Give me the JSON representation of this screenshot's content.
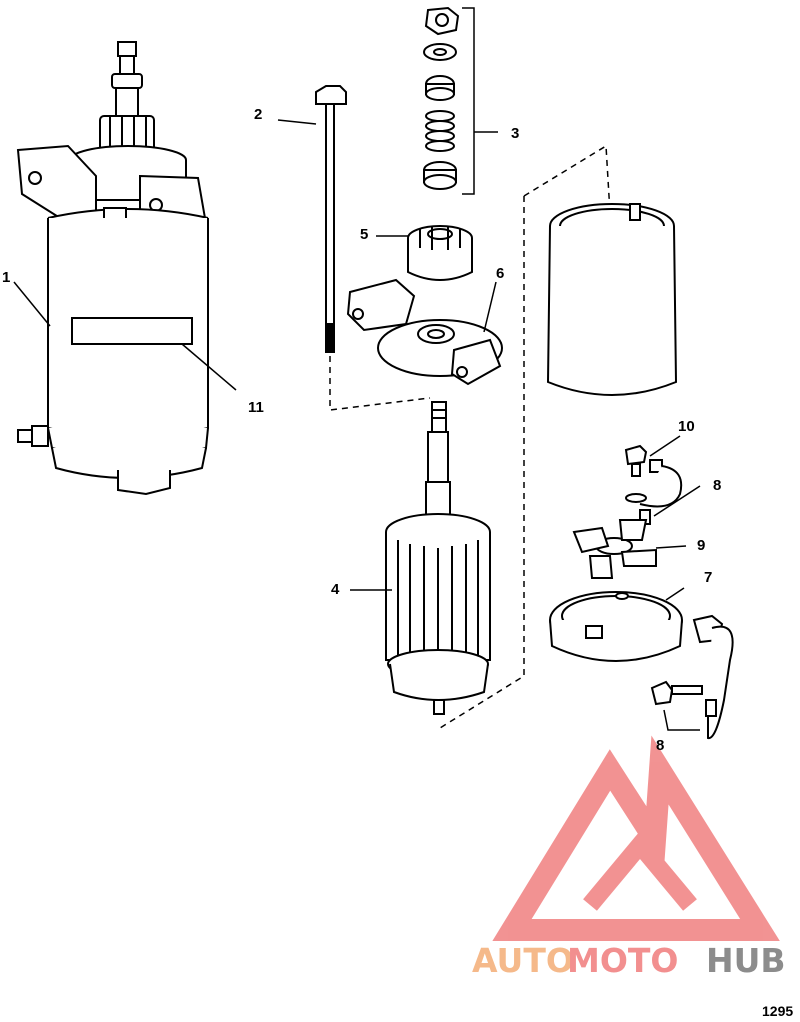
{
  "callouts": {
    "c1": "1",
    "c2": "2",
    "c3": "3",
    "c4": "4",
    "c5": "5",
    "c6": "6",
    "c7": "7",
    "c8a": "8",
    "c8b": "8",
    "c9": "9",
    "c10": "10",
    "c11": "11"
  },
  "figure_number": "1295",
  "watermark": {
    "part1": "AUTO",
    "part2": "MOTO",
    "part3": "HUB",
    "color_auto": "#f5b98a",
    "color_moto": "#f28f8f",
    "color_hub": "#8c8c8c",
    "logo_color": "#f08080"
  },
  "colors": {
    "line": "#000000",
    "shade": "#dddddd"
  }
}
